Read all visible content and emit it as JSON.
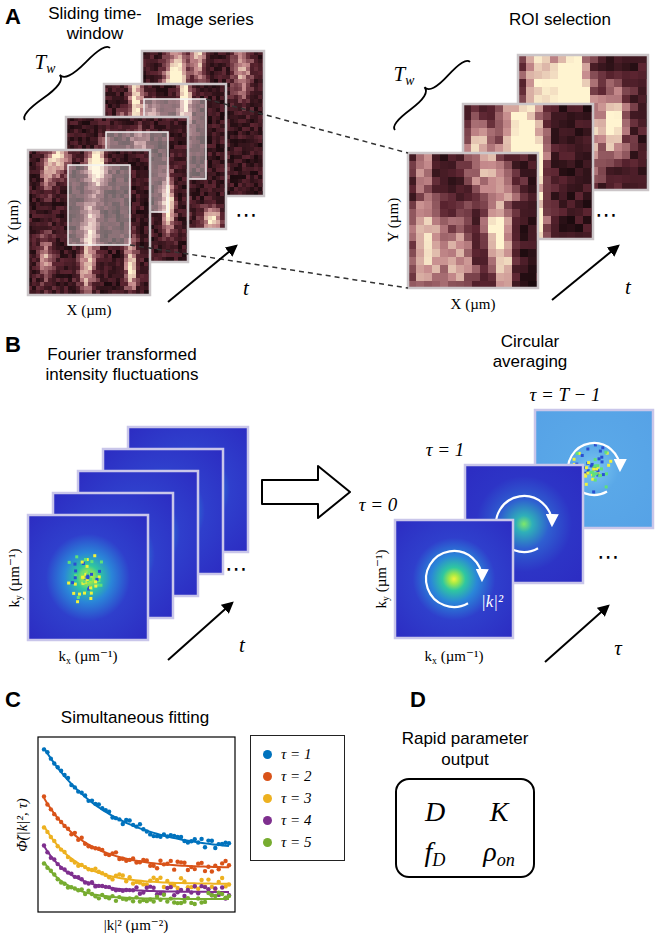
{
  "diagram": {
    "nodes": [
      {
        "text": [
          "Rapid parameter output",
          "D",
          "K",
          "fD",
          "ρon"
        ]
      }
    ],
    "labels": [
      "A",
      "Sliding time-window",
      "Tw",
      "Image series",
      "ROI selection",
      "Y (µm)",
      "X (µm)",
      "⋯",
      "t",
      "Tw",
      "Y (µm)",
      "X (µm)",
      "⋯",
      "t",
      "B",
      "Fourier transformed intensity fluctuations",
      "ky (µm⁻¹)",
      "kx (µm⁻¹)",
      "⋯",
      "t",
      "Circular averaging",
      "τ = T − 1",
      "τ = 1",
      "τ = 0",
      "ky (µm⁻¹)",
      "kx (µm⁻¹)",
      "|k|²",
      "⋯",
      "τ",
      "C",
      "Simultaneous fitting",
      "Φ̃(|k|², τ)",
      "|k|² (µm⁻²)",
      "D"
    ],
    "legend": [
      {
        "text": "τ = 1",
        "color": "#0072bd"
      },
      {
        "text": "τ = 2",
        "color": "#d95319"
      },
      {
        "text": "τ = 3",
        "color": "#edb120"
      },
      {
        "text": "τ = 4",
        "color": "#7e2f8e"
      },
      {
        "text": "τ = 5",
        "color": "#77ac30"
      }
    ]
  }
}
